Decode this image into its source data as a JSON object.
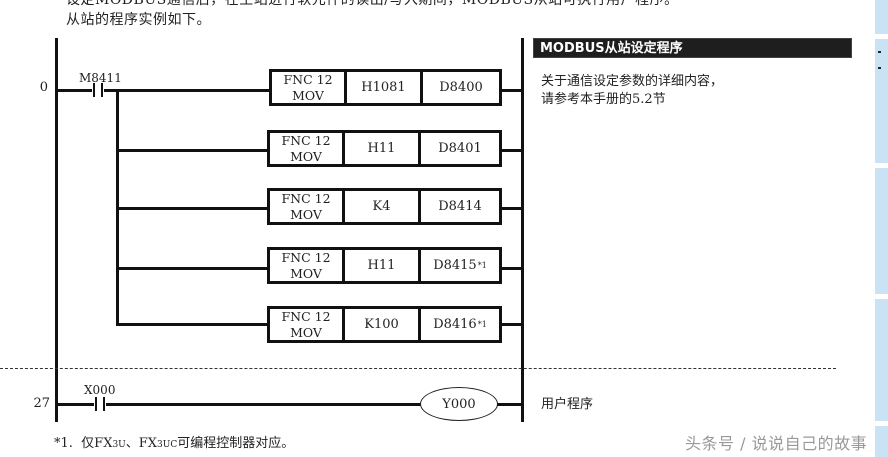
{
  "intro": {
    "line1": "设定MODBUS通信后，在主站进行软元件的读出/写入期间，MODBUS从站可执行用户程序。",
    "line2": "从站的程序实例如下。"
  },
  "ladder": {
    "rung1": {
      "step": "0",
      "contact": "M8411",
      "instructions": [
        {
          "fnc": "FNC 12",
          "op": "MOV",
          "source": "H1081",
          "dest": "D8400",
          "footnote": ""
        },
        {
          "fnc": "FNC 12",
          "op": "MOV",
          "source": "H11",
          "dest": "D8401",
          "footnote": ""
        },
        {
          "fnc": "FNC 12",
          "op": "MOV",
          "source": "K4",
          "dest": "D8414",
          "footnote": ""
        },
        {
          "fnc": "FNC 12",
          "op": "MOV",
          "source": "H11",
          "dest": "D8415",
          "footnote": "*1"
        },
        {
          "fnc": "FNC 12",
          "op": "MOV",
          "source": "K100",
          "dest": "D8416",
          "footnote": "*1"
        }
      ]
    },
    "rung2": {
      "step": "27",
      "contact": "X000",
      "coil": "Y000"
    }
  },
  "side": {
    "header": "MODBUS从站设定程序",
    "note_line1": "关于通信设定参数的详细内容，",
    "note_line2": "请参考本手册的5.2节",
    "user_program": "用户程序"
  },
  "footnote": {
    "marker": "*1.",
    "text_prefix": "仅FX",
    "sub1": "3U",
    "mid": "、FX",
    "sub2": "3UC",
    "text_suffix": "可编程控制器对应。"
  },
  "watermark": "头条号 / 说说自己的故事",
  "colors": {
    "tab_blue": "#c9e3f5",
    "header_bg": "#1e1e1e"
  }
}
